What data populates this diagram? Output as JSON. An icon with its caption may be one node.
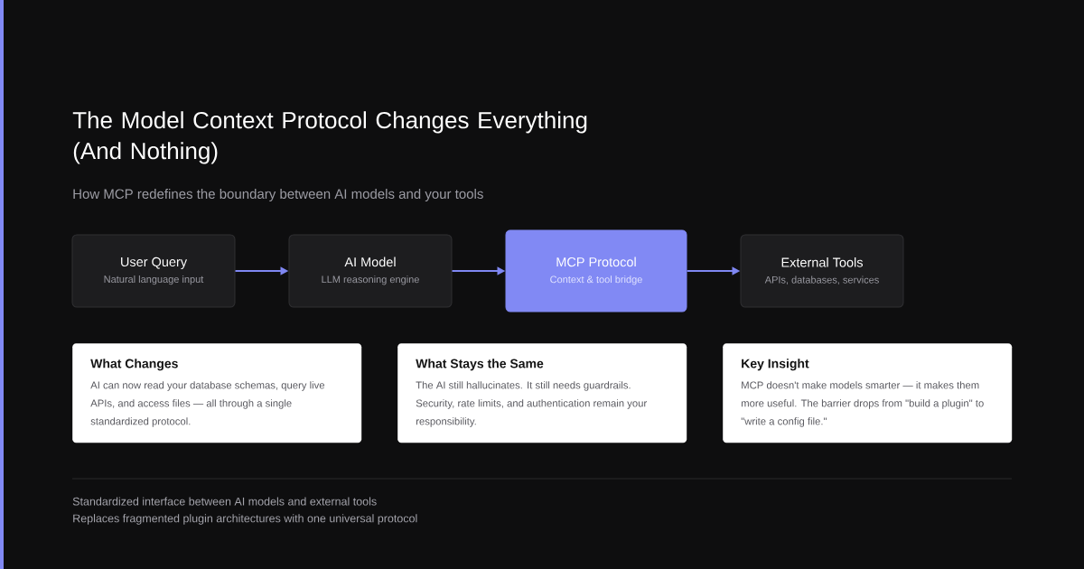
{
  "diagram": {
    "title": "The Model Context Protocol Changes Everything (And Nothing)",
    "nodes": [
      {
        "text": [
          "User Query",
          "Natural language input"
        ]
      },
      {
        "text": [
          "AI Model",
          "LLM reasoning engine"
        ]
      },
      {
        "text": [
          "MCP Protocol",
          "Context & tool bridge"
        ]
      },
      {
        "text": [
          "External Tools",
          "APIs, databases, services"
        ]
      },
      {
        "text": [
          "What Changes",
          "AI can now read your database schemas, query live APIs, and access files — all through a single standardized protocol."
        ]
      },
      {
        "text": [
          "What Stays the Same",
          "The AI still hallucinates. It still needs guardrails. Security, rate limits, and authentication remain your responsibility."
        ]
      },
      {
        "text": [
          "Key Insight",
          "MCP doesn't make models smarter — it makes them more useful. The barrier drops from \"build a plugin\" to \"write a config file.\""
        ]
      }
    ],
    "edges": [
      {
        "from": 0,
        "to": 1,
        "arrow": "to"
      },
      {
        "from": 1,
        "to": 2,
        "arrow": "to"
      },
      {
        "from": 2,
        "to": 3,
        "arrow": "to"
      }
    ],
    "labels": [
      "How MCP redefines the boundary between AI models and your tools",
      "Standardized interface between AI models and external tools",
      "Replaces fragmented plugin architectures with one universal protocol"
    ]
  }
}
